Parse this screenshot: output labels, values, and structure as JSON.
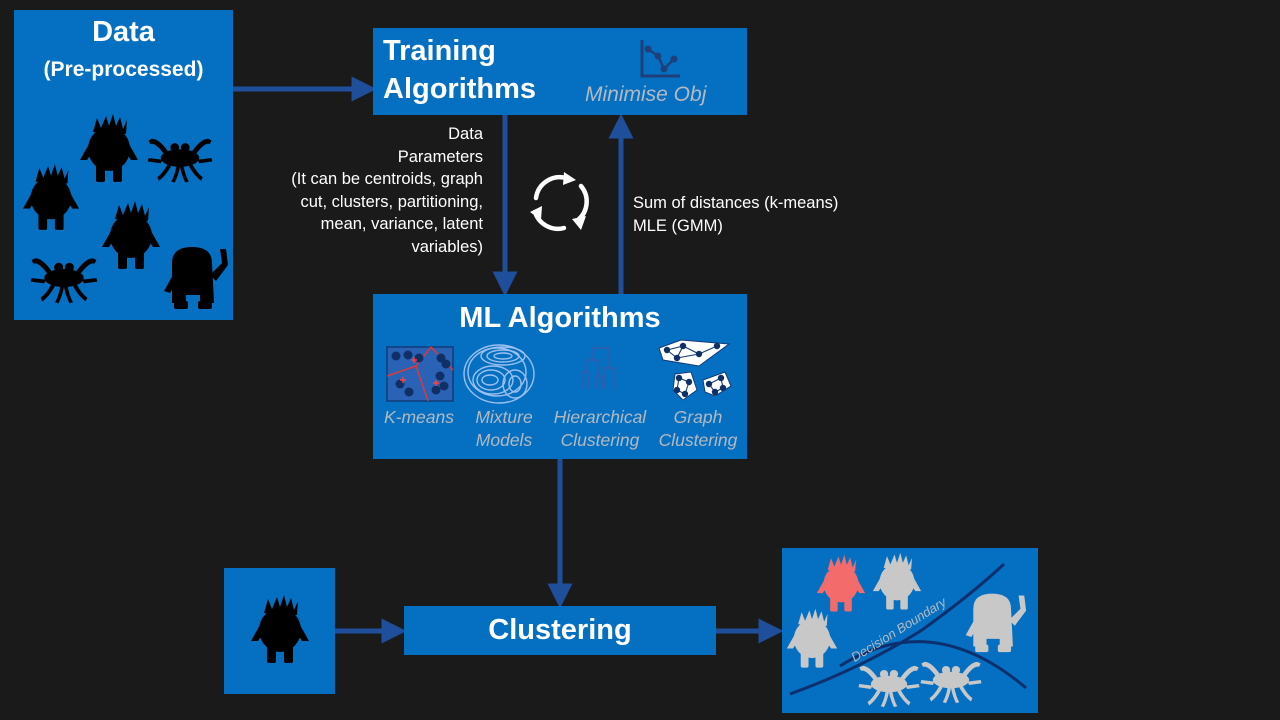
{
  "data_box": {
    "title": "Data",
    "subtitle": "(Pre-processed)"
  },
  "training_box": {
    "title_line1": "Training",
    "title_line2": "Algorithms",
    "objective_label": "Minimise Obj",
    "objective_icon": "line-chart-icon"
  },
  "ml_box": {
    "title": "ML Algorithms",
    "algorithms": [
      {
        "line1": "K-means",
        "line2": "",
        "icon": "kmeans-voronoi-icon"
      },
      {
        "line1": "Mixture",
        "line2": "Models",
        "icon": "gaussian-contours-icon"
      },
      {
        "line1": "Hierarchical",
        "line2": "Clustering",
        "icon": "dendrogram-icon"
      },
      {
        "line1": "Graph",
        "line2": "Clustering",
        "icon": "graph-network-icon"
      }
    ]
  },
  "params_note": {
    "lines": [
      "Data",
      "Parameters",
      "(It can be centroids, graph",
      "cut, clusters, partitioning,",
      "mean, variance, latent",
      "variables)"
    ]
  },
  "objective_note": {
    "lines": [
      "Sum of distances (k-means)",
      "MLE (GMM)"
    ]
  },
  "cycle_icon": "refresh-cycle-icon",
  "clustering_box": {
    "label": "Clustering"
  },
  "result_box": {
    "boundary_label": "Decision Boundary"
  },
  "colors": {
    "background": "#1b1a1a",
    "box_blue": "#0570c1",
    "arrow_blue": "#1f4e9a",
    "highlight_monster": "#f36b6b",
    "gray_monster": "#c8c8c8"
  }
}
